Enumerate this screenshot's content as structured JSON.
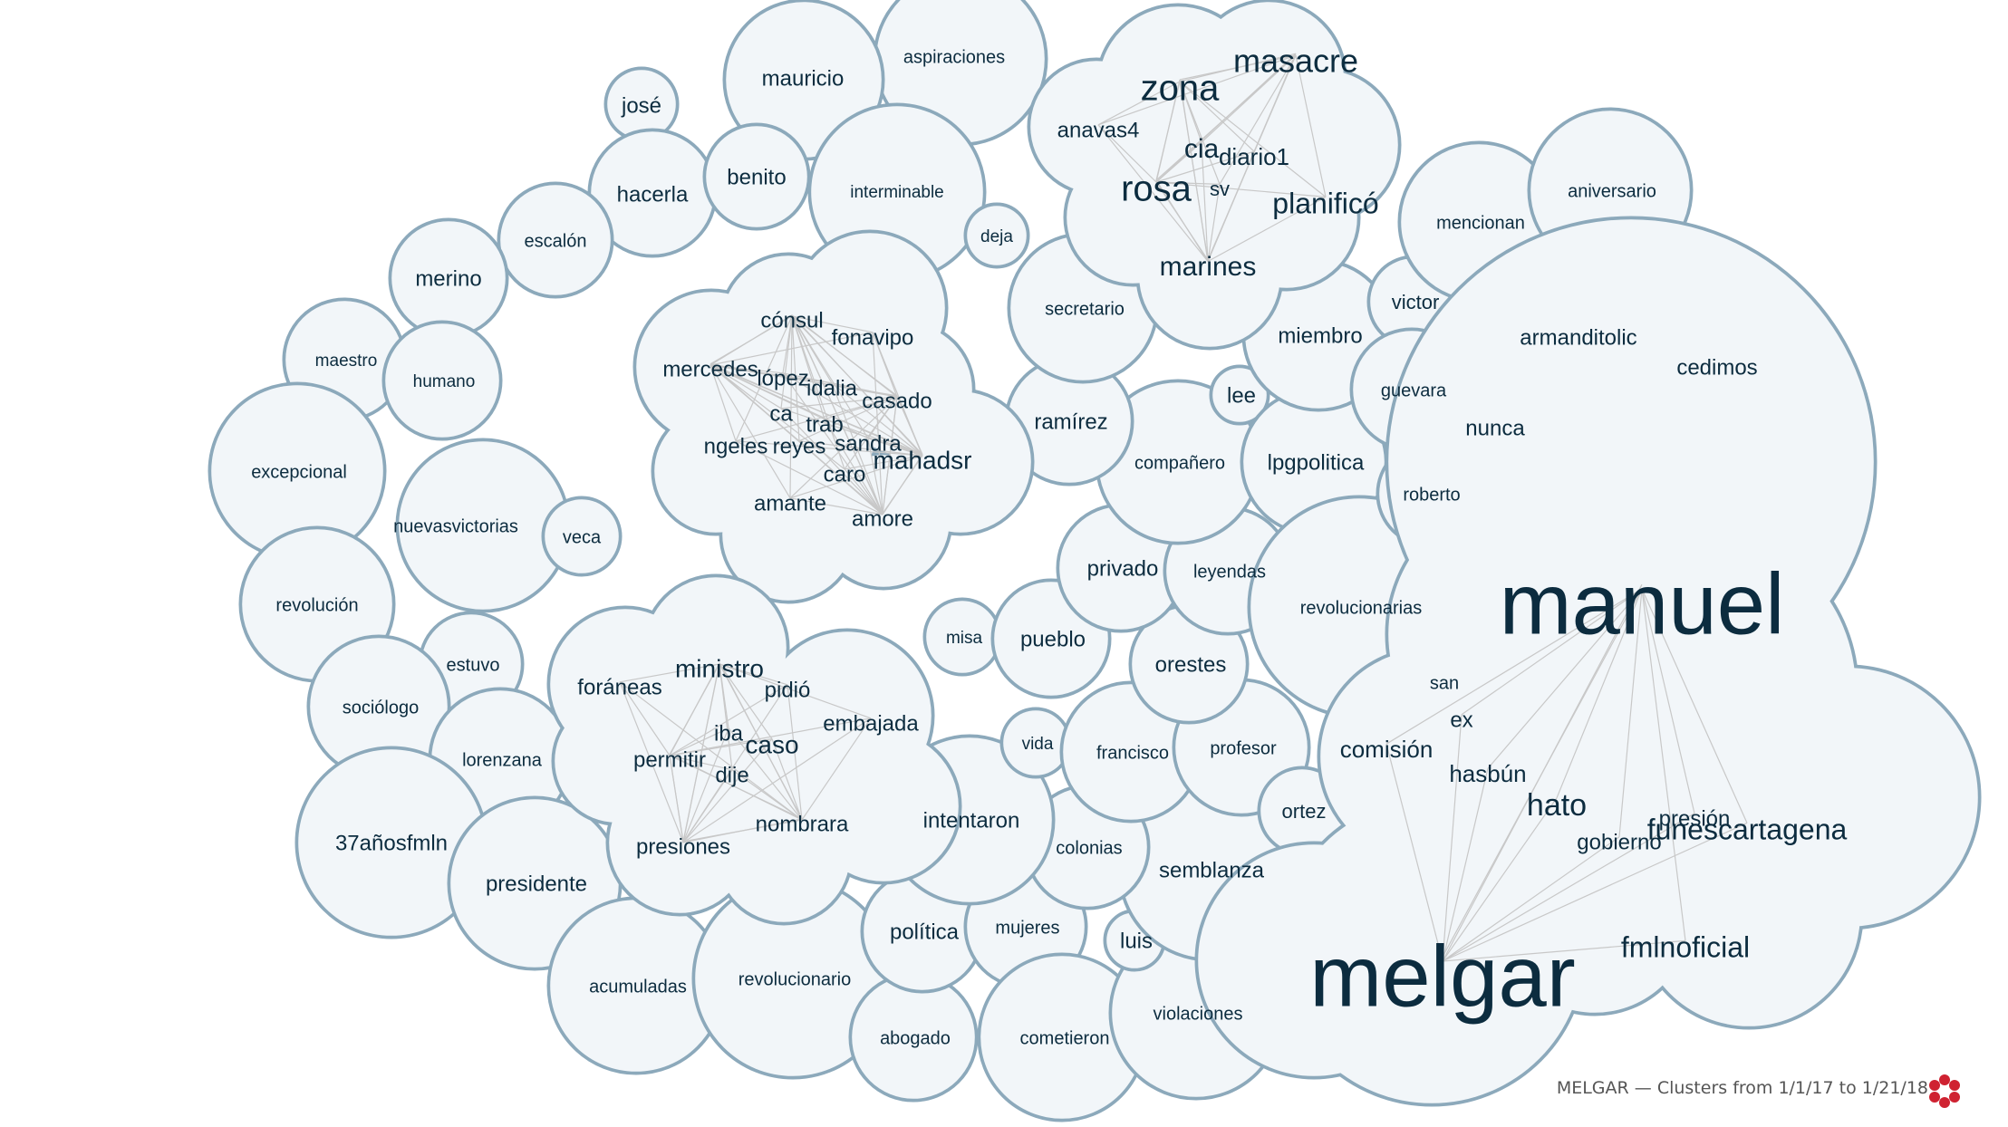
{
  "colors": {
    "bubble_fill": "#f2f6f9",
    "bubble_stroke": "#8ca9bb",
    "text": "#0c2c3f",
    "link": "#c8c8c8",
    "logo": "#cf2231"
  },
  "footer": {
    "caption": "MELGAR — Clusters from 1/1/17 to 1/21/18",
    "logo_icon": "cluster-logo-icon"
  },
  "clusters": [
    {
      "id": "cl1",
      "words": [
        {
          "t": "aspiraciones"
        }
      ]
    },
    {
      "id": "cl2",
      "words": [
        {
          "t": "mauricio"
        }
      ]
    },
    {
      "id": "cl3",
      "words": [
        {
          "t": "josé"
        }
      ]
    },
    {
      "id": "cl4",
      "words": [
        {
          "t": "hacerla"
        }
      ]
    },
    {
      "id": "cl5",
      "words": [
        {
          "t": "benito"
        }
      ]
    },
    {
      "id": "cl6",
      "words": [
        {
          "t": "interminable"
        }
      ]
    },
    {
      "id": "cl7",
      "words": [
        {
          "t": "deja"
        }
      ]
    },
    {
      "id": "cl8",
      "words": [
        {
          "t": "escalón"
        }
      ]
    },
    {
      "id": "cl9",
      "words": [
        {
          "t": "merino"
        }
      ]
    },
    {
      "id": "cl10",
      "words": [
        {
          "t": "maestro"
        }
      ]
    },
    {
      "id": "cl11",
      "words": [
        {
          "t": "humano"
        }
      ]
    },
    {
      "id": "cl12",
      "words": [
        {
          "t": "nuevasvictorias"
        }
      ]
    },
    {
      "id": "cl13",
      "words": [
        {
          "t": "excepcional"
        }
      ]
    },
    {
      "id": "cl14",
      "words": [
        {
          "t": "veca"
        }
      ]
    },
    {
      "id": "cl15",
      "words": [
        {
          "t": "revolución"
        }
      ]
    },
    {
      "id": "cl16",
      "words": [
        {
          "t": "estuvo"
        }
      ]
    },
    {
      "id": "cl17",
      "words": [
        {
          "t": "sociólogo"
        }
      ]
    },
    {
      "id": "cl18",
      "words": [
        {
          "t": "lorenzana"
        }
      ]
    },
    {
      "id": "cl19",
      "words": [
        {
          "t": "37añosfmln"
        }
      ]
    },
    {
      "id": "cl20",
      "words": [
        {
          "t": "presidente"
        }
      ]
    },
    {
      "id": "cl21",
      "words": [
        {
          "t": "acumuladas"
        }
      ]
    },
    {
      "id": "cl22",
      "words": [
        {
          "t": "revolucionario"
        }
      ]
    },
    {
      "id": "cl23",
      "words": [
        {
          "t": "abogado"
        }
      ]
    },
    {
      "id": "cl24",
      "words": [
        {
          "t": "política"
        }
      ]
    },
    {
      "id": "cl25",
      "words": [
        {
          "t": "mujeres"
        }
      ]
    },
    {
      "id": "cl26",
      "words": [
        {
          "t": "cometieron"
        }
      ]
    },
    {
      "id": "cl27",
      "words": [
        {
          "t": "violaciones"
        }
      ]
    },
    {
      "id": "cl28",
      "words": [
        {
          "t": "luis"
        }
      ]
    },
    {
      "id": "cl29",
      "words": [
        {
          "t": "semblanza"
        }
      ]
    },
    {
      "id": "cl30",
      "words": [
        {
          "t": "colonias"
        }
      ]
    },
    {
      "id": "cl31",
      "words": [
        {
          "t": "intentaron"
        }
      ]
    },
    {
      "id": "cl32",
      "words": [
        {
          "t": "vida"
        }
      ]
    },
    {
      "id": "cl33",
      "words": [
        {
          "t": "francisco"
        }
      ]
    },
    {
      "id": "cl34",
      "words": [
        {
          "t": "profesor"
        }
      ]
    },
    {
      "id": "cl35",
      "words": [
        {
          "t": "ortez"
        }
      ]
    },
    {
      "id": "cl36",
      "words": [
        {
          "t": "misa"
        }
      ]
    },
    {
      "id": "cl37",
      "words": [
        {
          "t": "pueblo"
        }
      ]
    },
    {
      "id": "cl38",
      "words": [
        {
          "t": "orestes"
        }
      ]
    },
    {
      "id": "cl39",
      "words": [
        {
          "t": "privado"
        }
      ]
    },
    {
      "id": "cl40",
      "words": [
        {
          "t": "leyendas"
        }
      ]
    },
    {
      "id": "cl41",
      "words": [
        {
          "t": "compañero"
        }
      ]
    },
    {
      "id": "cl42",
      "words": [
        {
          "t": "lee"
        }
      ]
    },
    {
      "id": "cl43",
      "words": [
        {
          "t": "ramírez"
        }
      ]
    },
    {
      "id": "cl44",
      "words": [
        {
          "t": "secretario"
        }
      ]
    },
    {
      "id": "cl45",
      "words": [
        {
          "t": "lpgpolitica"
        }
      ]
    },
    {
      "id": "cl46",
      "words": [
        {
          "t": "revolucionarias"
        }
      ]
    },
    {
      "id": "cl47",
      "words": [
        {
          "t": "san"
        }
      ]
    },
    {
      "id": "cl48",
      "words": [
        {
          "t": "roberto"
        }
      ]
    },
    {
      "id": "cl49",
      "words": [
        {
          "t": "miembro"
        }
      ]
    },
    {
      "id": "cl50",
      "words": [
        {
          "t": "victor"
        }
      ]
    },
    {
      "id": "cl51",
      "words": [
        {
          "t": "guevara"
        }
      ]
    },
    {
      "id": "cl52",
      "words": [
        {
          "t": "nunca"
        }
      ]
    },
    {
      "id": "cl53",
      "words": [
        {
          "t": "mencionan"
        }
      ]
    },
    {
      "id": "cl54",
      "words": [
        {
          "t": "aniversario"
        }
      ]
    },
    {
      "id": "cl55",
      "words": [
        {
          "t": "armanditolic"
        }
      ]
    },
    {
      "id": "cl56",
      "words": [
        {
          "t": "cedimos"
        }
      ]
    },
    {
      "id": "cl57",
      "words": [
        {
          "t": "zona"
        },
        {
          "t": "masacre"
        },
        {
          "t": "anavas4"
        },
        {
          "t": "cia"
        },
        {
          "t": "diario1"
        },
        {
          "t": "sv"
        },
        {
          "t": "rosa"
        },
        {
          "t": "planificó"
        },
        {
          "t": "marines"
        }
      ]
    },
    {
      "id": "cl58",
      "words": [
        {
          "t": "cónsul"
        },
        {
          "t": "fonavipo"
        },
        {
          "t": "mercedes"
        },
        {
          "t": "lópez"
        },
        {
          "t": "idalia"
        },
        {
          "t": "casado"
        },
        {
          "t": "ca"
        },
        {
          "t": "trab"
        },
        {
          "t": "ngeles"
        },
        {
          "t": "reyes"
        },
        {
          "t": "sandra"
        },
        {
          "t": "mahadsr"
        },
        {
          "t": "caro"
        },
        {
          "t": "amante"
        },
        {
          "t": "amore"
        }
      ]
    },
    {
      "id": "cl59",
      "words": [
        {
          "t": "ministro"
        },
        {
          "t": "foráneas"
        },
        {
          "t": "pidió"
        },
        {
          "t": "embajada"
        },
        {
          "t": "iba"
        },
        {
          "t": "caso"
        },
        {
          "t": "permitir"
        },
        {
          "t": "dije"
        },
        {
          "t": "nombrara"
        },
        {
          "t": "presiones"
        }
      ]
    },
    {
      "id": "cl60",
      "words": [
        {
          "t": "manuel"
        },
        {
          "t": "ex"
        },
        {
          "t": "comisión"
        },
        {
          "t": "hasbún"
        },
        {
          "t": "hato"
        },
        {
          "t": "presión"
        },
        {
          "t": "gobierno"
        },
        {
          "t": "funescartagena"
        },
        {
          "t": "fmlnoficial"
        },
        {
          "t": "melgar"
        }
      ]
    }
  ]
}
